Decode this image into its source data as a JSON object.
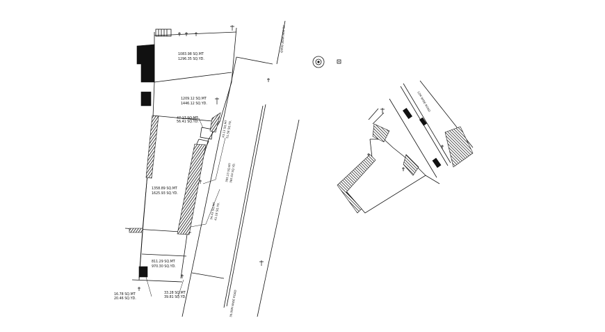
{
  "colors": {
    "line": "#111111",
    "hatch": "#111111",
    "background": "#ffffff"
  },
  "plots": {
    "plot_top": {
      "area_m": "1083.98 SQ.MT",
      "area_yd": "1296.35 SQ.YD."
    },
    "plot_second": {
      "area_m": "1209.12 SQ.MT",
      "area_yd": "1446.12 SQ.YD."
    },
    "plot_small": {
      "area_m": "47.17 SQ.MT",
      "area_yd": "56.41 SQ.YD."
    },
    "plot_main": {
      "area_m": "1358.89 SQ.MT",
      "area_yd": "1625.93 SQ.YD."
    },
    "plot_bottom": {
      "area_m": "811.29 SQ.MT",
      "area_yd": "970.30 SQ.YD."
    },
    "plot_tiny_left": {
      "area_m": "16.78 SQ.MT",
      "area_yd": "20.46 SQ.YD."
    },
    "plot_tiny_right": {
      "area_m": "33.28 SQ.MT",
      "area_yd": "39.81 SQ.YD."
    }
  },
  "strips": {
    "strip_a": {
      "area_m": "43.13 SQ.MT",
      "area_yd": "51.58 SQ.YD."
    },
    "strip_b": {
      "area_m": "305.13 SQ.MT",
      "area_yd": "365.04 SQ.YD."
    },
    "strip_c": {
      "area_m": "34.43 SQ.MT",
      "area_yd": "41.18 SQ.YD."
    }
  },
  "roads": {
    "road_top_label": "30.00M WIDE ROAD",
    "road_bottom_label": "30.00M WIDE ROAD",
    "road_right_label": "12M WIDE ROAD"
  },
  "symbols": {
    "north_symbol": "north-point-icon",
    "box_symbol": "square-marker-icon"
  }
}
